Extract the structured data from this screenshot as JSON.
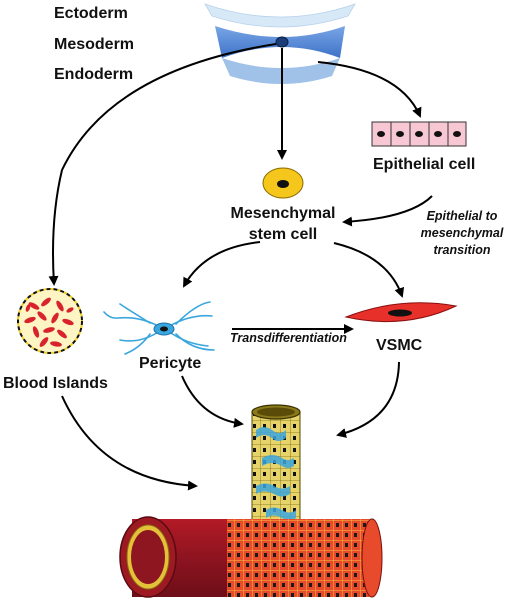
{
  "germ_layers": {
    "ectoderm": "Ectoderm",
    "mesoderm": "Mesoderm",
    "endoderm": "Endoderm"
  },
  "cells": {
    "epithelial": "Epithelial cell",
    "msc_line1": "Mesenchymal",
    "msc_line2": "stem cell",
    "pericyte": "Pericyte",
    "vsmc": "VSMC",
    "blood_islands": "Blood Islands"
  },
  "processes": {
    "emt_line1": "Epithelial to",
    "emt_line2": "mesenchymal",
    "emt_line3": "transition",
    "transdifferentiation": "Transdifferentiation"
  },
  "colors": {
    "layer_blue": "#5b8fd8",
    "layer_light": "#bcd6ee",
    "epithelial_pink": "#f6c6d2",
    "msc_yellow": "#f5c61c",
    "vsmc_red": "#e8302a",
    "pericyte_blue": "#3aa6de",
    "vessel_red": "#9e1a22",
    "vessel_yellow": "#e3c23a"
  }
}
